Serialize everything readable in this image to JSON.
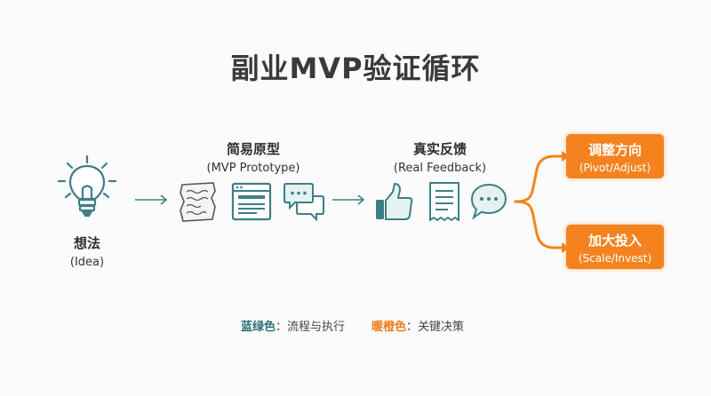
{
  "title": "副业MVP验证循环",
  "stages": [
    {
      "zh": "想法",
      "en": "(Idea)"
    },
    {
      "zh": "简易原型",
      "en": "(MVP Prototype)"
    },
    {
      "zh": "真实反馈",
      "en": "(Real Feedback)"
    }
  ],
  "actions": [
    {
      "zh": "调整方向",
      "en": "(Pivot/Adjust)"
    },
    {
      "zh": "加大投入",
      "en": "(Scale/Invest)"
    }
  ],
  "legend": [
    {
      "key": "蓝绿色",
      "value": "：流程与执行",
      "color": "#2e6f73"
    },
    {
      "key": "暖橙色",
      "value": "：关键决策",
      "color": "#f07a17"
    }
  ],
  "colors": {
    "teal": "#3e7f86",
    "orange": "#f4831f"
  },
  "icons": [
    "lightbulb-icon",
    "sketch-paper-icon",
    "browser-window-icon",
    "chat-bubbles-icon",
    "thumbs-up-icon",
    "receipt-icon",
    "speech-bubble-icon"
  ]
}
